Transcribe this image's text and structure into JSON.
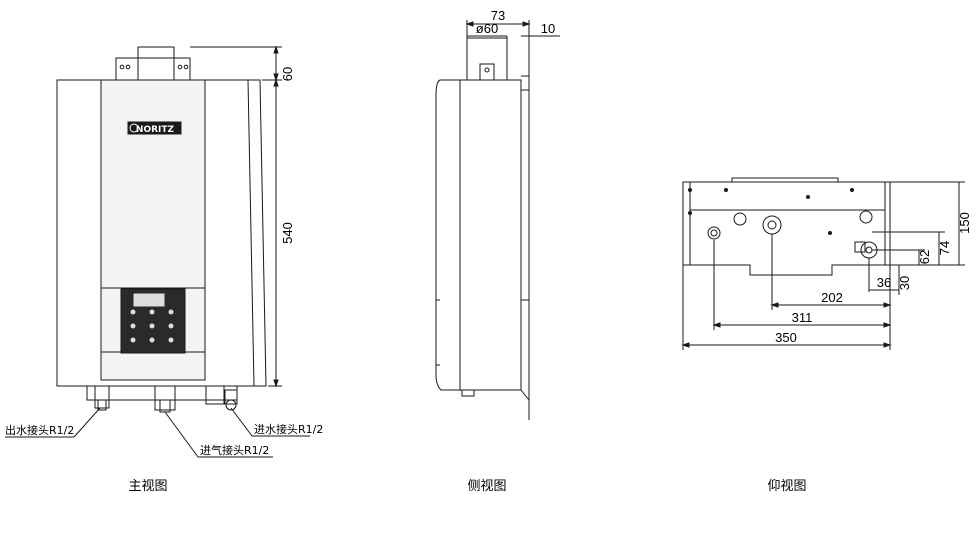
{
  "colors": {
    "line": "#1a1a1a",
    "panel": "#f2f2f2",
    "bg": "#ffffff"
  },
  "front_view": {
    "caption": "主视图",
    "brand": "NORITZ",
    "dims": {
      "height_top": "60",
      "height_body": "540"
    },
    "labels": {
      "outlet": "出水接头R1/2",
      "gas": "进气接头R1/2",
      "inlet": "进水接头R1/2"
    }
  },
  "side_view": {
    "caption": "侧视图",
    "dims": {
      "depth": "73",
      "flue_dia": "ø60",
      "offset": "10"
    }
  },
  "bottom_view": {
    "caption": "仰视图",
    "dims": {
      "d150": "150",
      "d74": "74",
      "d62": "62",
      "d30": "30",
      "d36": "36",
      "d202": "202",
      "d311": "311",
      "d350": "350"
    }
  }
}
